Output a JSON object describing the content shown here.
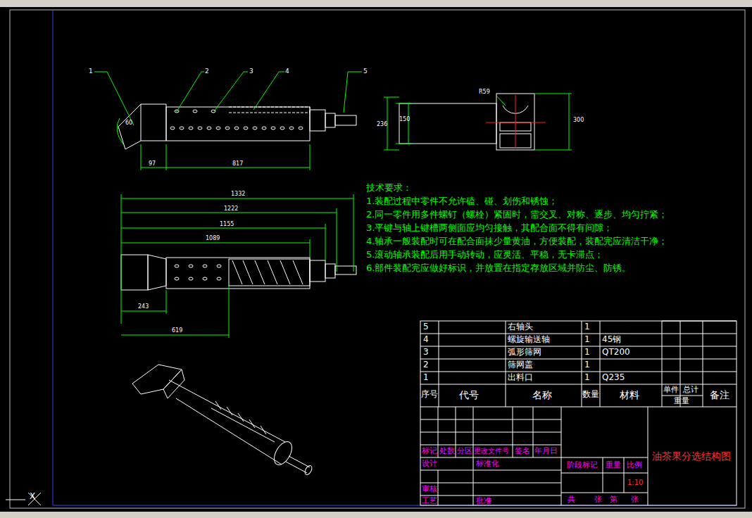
{
  "diagram": {
    "labels": [
      "1",
      "2",
      "3",
      "4",
      "5",
      "60",
      "97",
      "817",
      "R59",
      "150",
      "236",
      "300",
      "1332",
      "1222",
      "1155",
      "1089",
      "243",
      "619",
      "技术要求：",
      "1.装配过程中零件不允许磕、碰、划伤和锈蚀；",
      "2.同一零件用多件螺钉（螺栓）紧固时，需交叉、对称、逐步、均匀拧紧；",
      "3.平键与轴上键槽两侧面应均匀接触，其配合面不得有间隙；",
      "4.轴承一般装配时可在配合面抹少量黄油，方便装配，装配完应清洁干净；",
      "5.滚动轴承装配后用手动转动，应灵活、平稳，无卡滞点；",
      "6.部件装配完应做好标识，并放置在指定存放区域并防尘、防锈。",
      "5",
      "右轴头",
      "1",
      "4",
      "螺旋输送轴",
      "1",
      "45钢",
      "3",
      "弧形筛网",
      "1",
      "QT200",
      "2",
      "筛网盖",
      "1",
      "1",
      "出料口",
      "1",
      "Q235",
      "序号",
      "代号",
      "名称",
      "数量",
      "材料",
      "单件",
      "总计",
      "重量",
      "备注",
      "标记",
      "处数",
      "分区",
      "更改文件号",
      "签名",
      "年月日",
      "设计",
      "标准化",
      "阶段标记",
      "重量",
      "比例",
      "1:10",
      "审核",
      "工艺",
      "批准",
      "共",
      "张",
      "第",
      "张",
      "油茶果分选结构图",
      "X"
    ]
  }
}
